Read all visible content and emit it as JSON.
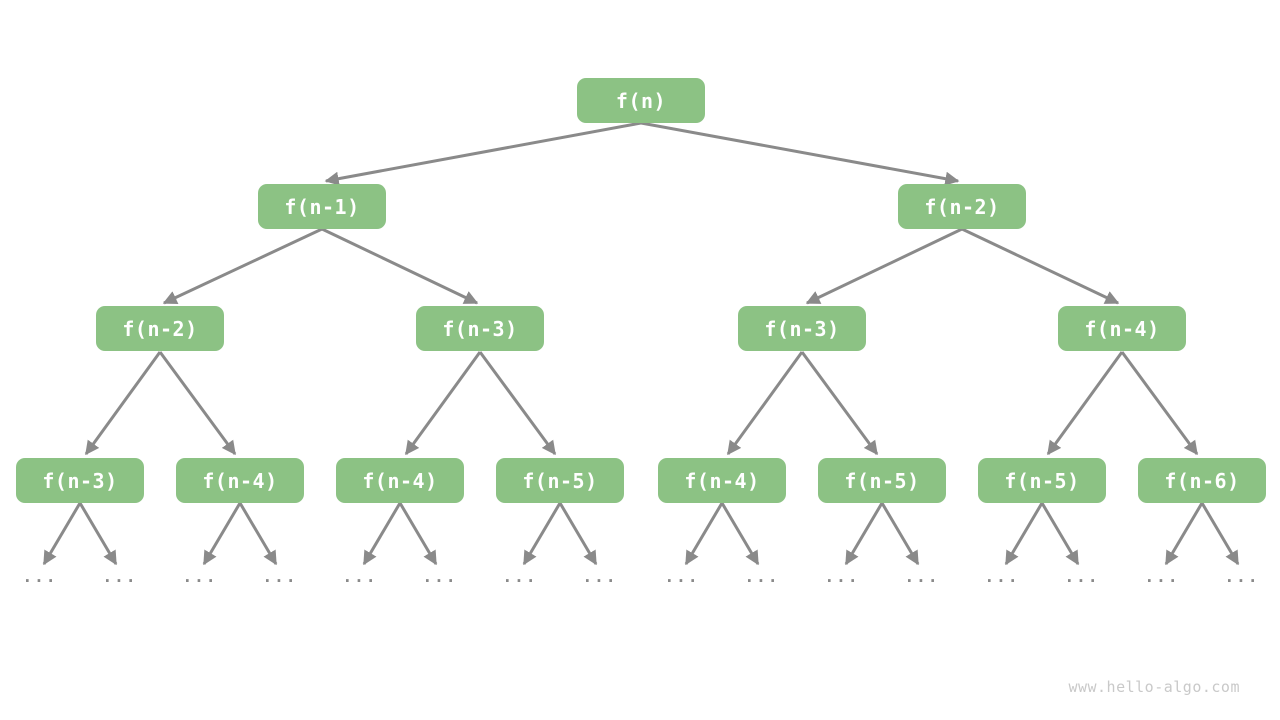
{
  "tree": {
    "ellipsis": "...",
    "levels": [
      {
        "nodes": [
          "f(n)"
        ]
      },
      {
        "nodes": [
          "f(n-1)",
          "f(n-2)"
        ]
      },
      {
        "nodes": [
          "f(n-2)",
          "f(n-3)",
          "f(n-3)",
          "f(n-4)"
        ]
      },
      {
        "nodes": [
          "f(n-3)",
          "f(n-4)",
          "f(n-4)",
          "f(n-5)",
          "f(n-4)",
          "f(n-5)",
          "f(n-5)",
          "f(n-6)"
        ]
      }
    ]
  },
  "colors": {
    "node_fill": "#8cc284",
    "node_text": "#ffffff",
    "edge": "#8a8a8a",
    "ellipsis": "#8a8a8a",
    "watermark": "#c9c9c9",
    "background": "#ffffff"
  },
  "watermark": "www.hello-algo.com"
}
